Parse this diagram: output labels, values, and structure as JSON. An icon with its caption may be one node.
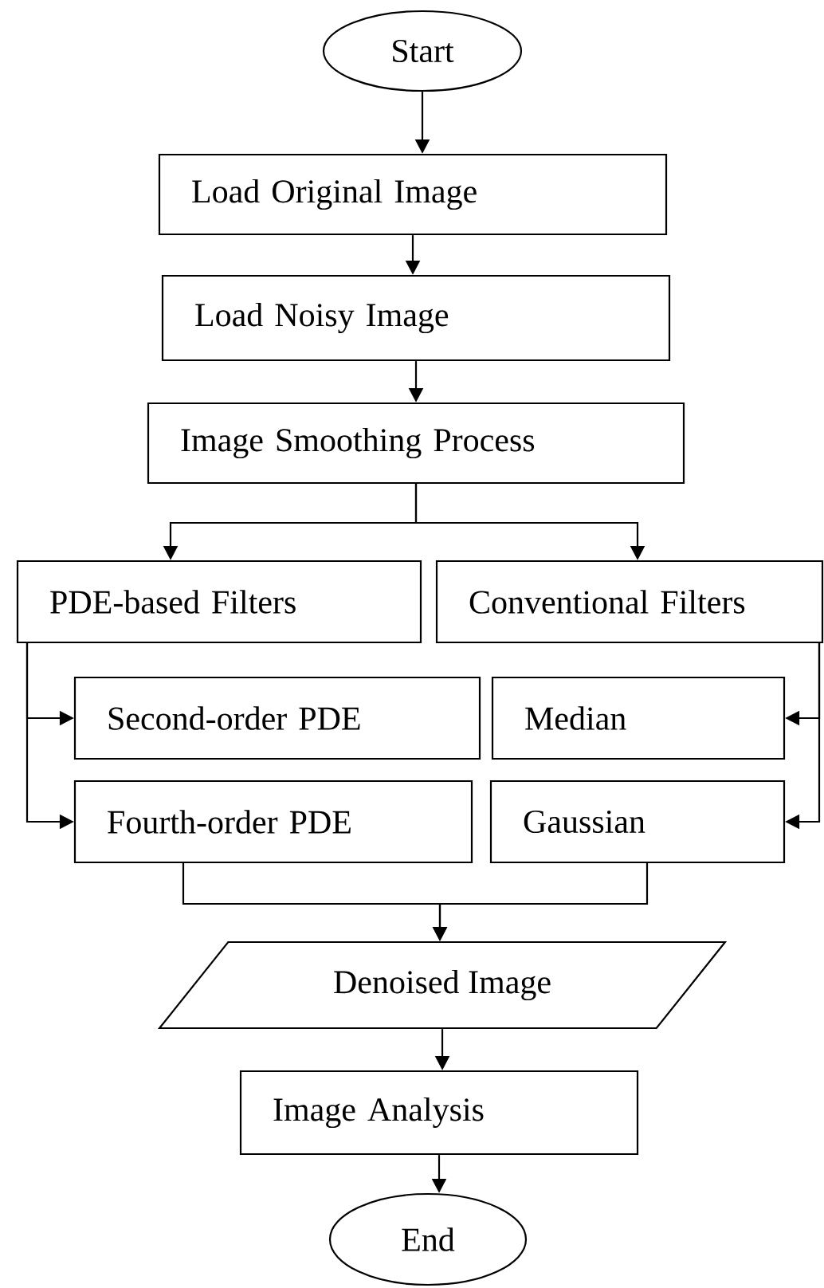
{
  "diagram": {
    "nodes": [
      {
        "text": [
          "Start"
        ]
      },
      {
        "text": [
          "Load Original Image"
        ]
      },
      {
        "text": [
          "Load Noisy Image"
        ]
      },
      {
        "text": [
          "Image Smoothing Process"
        ]
      },
      {
        "text": [
          "PDE-based Filters"
        ]
      },
      {
        "text": [
          "Conventional Filters"
        ]
      },
      {
        "text": [
          "Second-order PDE"
        ]
      },
      {
        "text": [
          "Fourth-order PDE"
        ]
      },
      {
        "text": [
          "Median"
        ]
      },
      {
        "text": [
          "Gaussian"
        ]
      },
      {
        "text": [
          "Denoised Image"
        ]
      },
      {
        "text": [
          "Image Analysis"
        ]
      },
      {
        "text": [
          "End"
        ]
      }
    ],
    "edges": [
      {
        "from": 0,
        "to": 1,
        "arrow": "to"
      },
      {
        "from": 1,
        "to": 2,
        "arrow": "to"
      },
      {
        "from": 2,
        "to": 3,
        "arrow": "to"
      },
      {
        "from": 3,
        "to": 4,
        "arrow": "to"
      },
      {
        "from": 3,
        "to": 5,
        "arrow": "to"
      },
      {
        "from": 4,
        "to": 6,
        "arrow": "to"
      },
      {
        "from": 4,
        "to": 7,
        "arrow": "to"
      },
      {
        "from": 5,
        "to": 8,
        "arrow": "to"
      },
      {
        "from": 5,
        "to": 9,
        "arrow": "to"
      },
      {
        "from": 7,
        "to": 10,
        "arrow": "to"
      },
      {
        "from": 9,
        "to": 10,
        "arrow": "to"
      },
      {
        "from": 10,
        "to": 11,
        "arrow": "to"
      },
      {
        "from": 11,
        "to": 12,
        "arrow": "to"
      }
    ]
  }
}
